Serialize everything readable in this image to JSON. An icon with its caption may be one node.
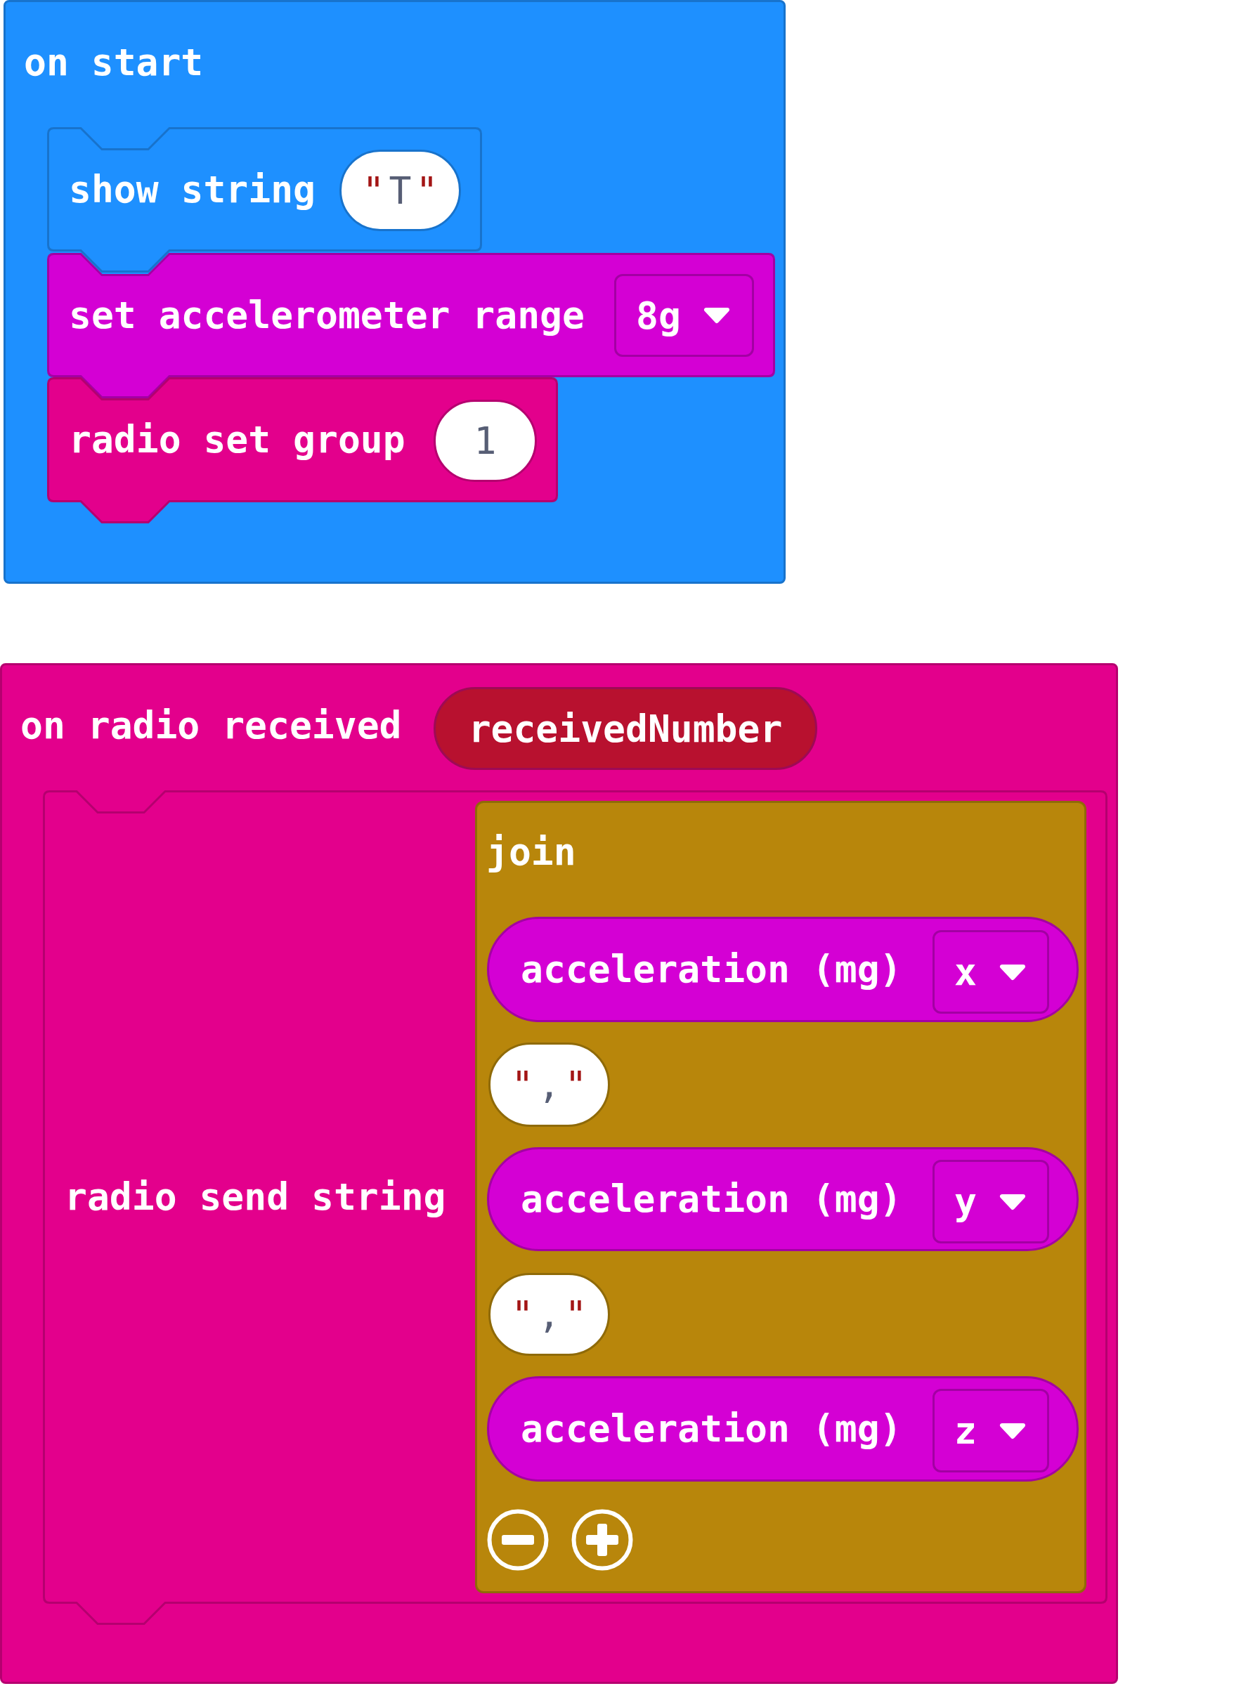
{
  "diagram": {
    "nodes": [
      {
        "text": [
          "on start"
        ]
      },
      {
        "text": [
          "show string"
        ],
        "in": 0
      },
      {
        "text": [
          "\"T\""
        ],
        "in": 1
      },
      {
        "text": [
          "set accelerometer range"
        ],
        "in": 0
      },
      {
        "text": [
          "8g"
        ],
        "in": 3
      },
      {
        "text": [
          "radio set group"
        ],
        "in": 0
      },
      {
        "text": [
          "1"
        ],
        "in": 5
      },
      {
        "text": [
          "on radio received"
        ]
      },
      {
        "text": [
          "receivedNumber"
        ],
        "in": 7
      },
      {
        "text": [
          "radio send string"
        ],
        "in": 7
      },
      {
        "text": [
          "join"
        ],
        "in": 9
      },
      {
        "text": [
          "acceleration (mg)"
        ],
        "in": 10
      },
      {
        "text": [
          "x"
        ],
        "in": 11
      },
      {
        "text": [
          "\",\""
        ],
        "in": 10
      },
      {
        "text": [
          "acceleration (mg)"
        ],
        "in": 10
      },
      {
        "text": [
          "y"
        ],
        "in": 14
      },
      {
        "text": [
          "\",\""
        ],
        "in": 10
      },
      {
        "text": [
          "acceleration (mg)"
        ],
        "in": 10
      },
      {
        "text": [
          "z"
        ],
        "in": 17
      }
    ]
  }
}
